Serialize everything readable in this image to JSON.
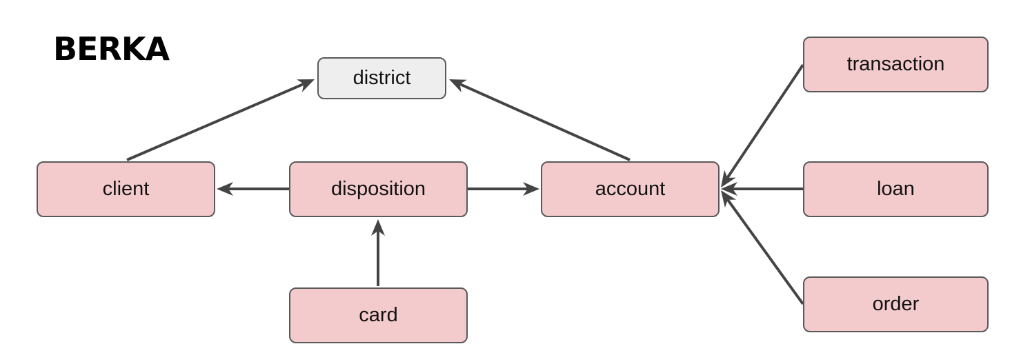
{
  "title": "BERKA",
  "colors": {
    "entity_fill": "#f3cbcd",
    "lookup_fill": "#eeeeee",
    "edge": "#444444"
  },
  "nodes": {
    "district": {
      "label": "district",
      "kind": "lookup"
    },
    "client": {
      "label": "client",
      "kind": "entity"
    },
    "disposition": {
      "label": "disposition",
      "kind": "entity"
    },
    "account": {
      "label": "account",
      "kind": "entity"
    },
    "card": {
      "label": "card",
      "kind": "entity"
    },
    "transaction": {
      "label": "transaction",
      "kind": "entity"
    },
    "loan": {
      "label": "loan",
      "kind": "entity"
    },
    "order": {
      "label": "order",
      "kind": "entity"
    }
  },
  "edges": [
    {
      "from": "client",
      "to": "district"
    },
    {
      "from": "account",
      "to": "district"
    },
    {
      "from": "disposition",
      "to": "client"
    },
    {
      "from": "disposition",
      "to": "account"
    },
    {
      "from": "card",
      "to": "disposition"
    },
    {
      "from": "transaction",
      "to": "account"
    },
    {
      "from": "loan",
      "to": "account"
    },
    {
      "from": "order",
      "to": "account"
    }
  ]
}
